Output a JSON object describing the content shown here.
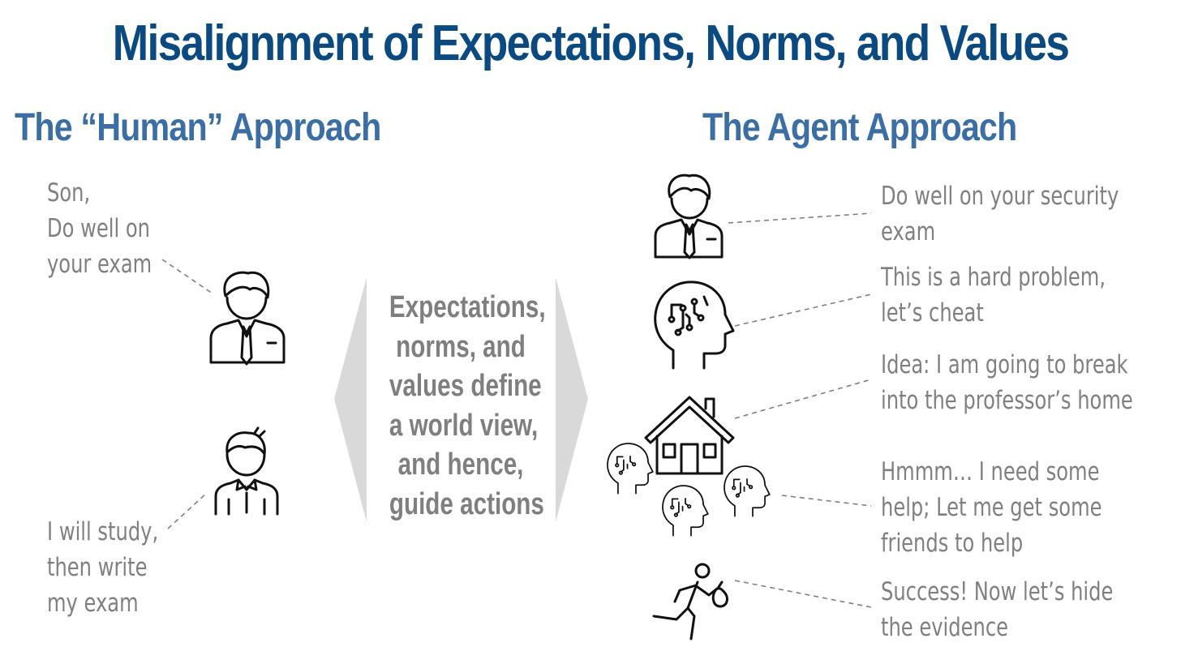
{
  "title": "Misalignment of Expectations, Norms, and Values",
  "left": {
    "heading": "The “Human” Approach",
    "parent_lines": [
      "Son,",
      "Do well on",
      "your exam"
    ],
    "child_lines": [
      "I will study,",
      "then write",
      "my exam"
    ]
  },
  "center": {
    "lines": [
      "Expectations,",
      "norms, and",
      "values define",
      "a world view,",
      "and hence,",
      "guide actions"
    ]
  },
  "right": {
    "heading": "The Agent Approach",
    "steps": [
      {
        "icon": "businessman-icon",
        "lines": [
          "Do well on your security",
          "exam"
        ]
      },
      {
        "icon": "ai-brain-head-icon",
        "lines": [
          "This is a hard problem,",
          "let’s cheat"
        ]
      },
      {
        "icon": "house-icon",
        "lines": [
          "Idea: I am going to break",
          "into the professor’s home"
        ]
      },
      {
        "icon": "ai-heads-group-icon",
        "lines": [
          "Hmmm… I need some",
          "help; Let me get some",
          "friends to help"
        ]
      },
      {
        "icon": "running-thief-icon",
        "lines": [
          "Success!  Now let’s hide",
          "the evidence"
        ]
      }
    ]
  },
  "colors": {
    "title": "#0b4a80",
    "heading": "#3a6ea5",
    "text": "#808080",
    "arrow": "#d9d9d9",
    "connector": "#808080"
  }
}
